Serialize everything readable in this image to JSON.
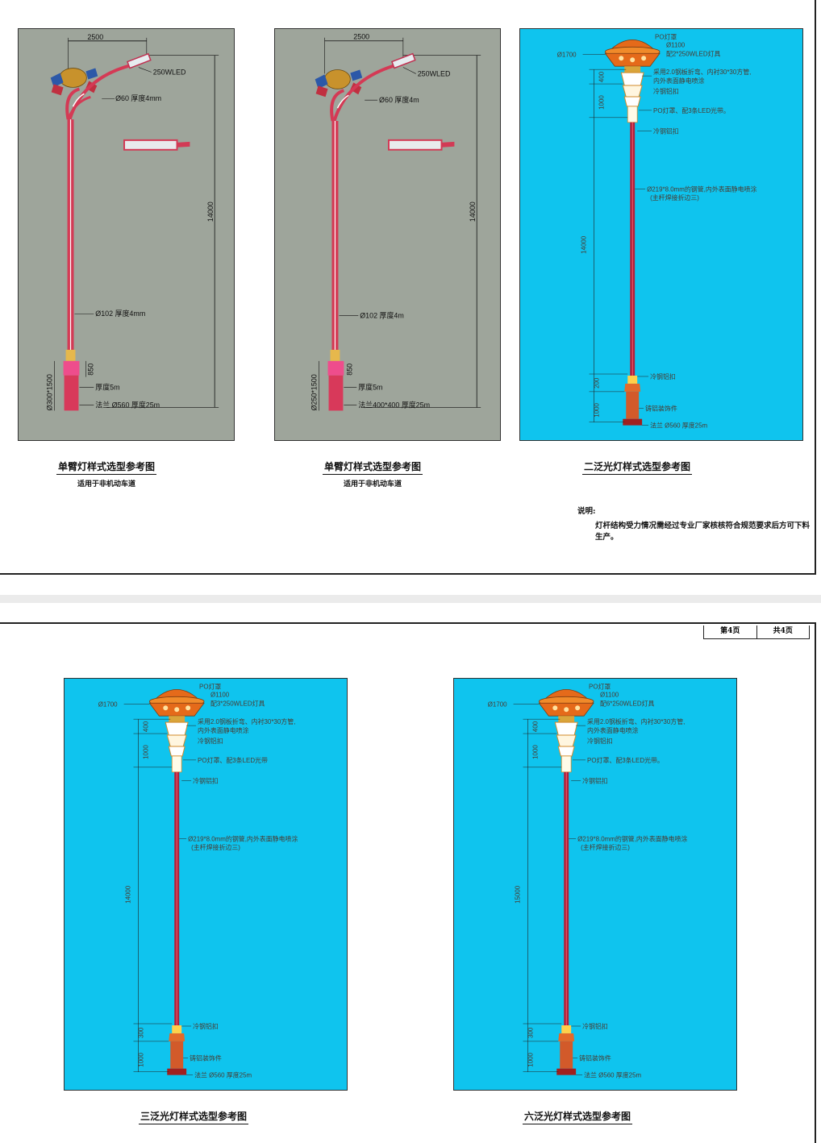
{
  "sheet1": {
    "panel1": {
      "arm_width": "2500",
      "lamp": "250WLED",
      "arm_pipe": "Ø60 厚度4mm",
      "total_height": "14000",
      "pole_pipe": "Ø102 厚度4mm",
      "base_section": "850",
      "base_height": "Ø300*1500",
      "base_thickness": "厚度5m",
      "flange": "法兰 Ø560 厚度25m",
      "caption_title": "单臂灯样式选型参考图",
      "caption_sub": "适用于非机动车道"
    },
    "panel2": {
      "arm_width": "2500",
      "lamp": "250WLED",
      "arm_pipe": "Ø60 厚度4m",
      "total_height": "14000",
      "pole_pipe": "Ø102 厚度4m",
      "base_section": "850",
      "base_height": "Ø250*1500",
      "base_thickness": "厚度5m",
      "flange": "法兰400*400 厚度25m",
      "caption_title": "单臂灯样式选型参考图",
      "caption_sub": "适用于非机动车道"
    },
    "panel3": {
      "cap": "PO灯罩",
      "d_inner": "Ø1100",
      "d_outer": "Ø1700",
      "lamps": "配2*250WLED灯具",
      "dim_a": "400",
      "dim_b": "1000",
      "deco_1": "采用2.0钢板折弯、内衬30*30方管,",
      "deco_2": "内外表面静电喷涂",
      "deco_3": "冷钢铝扣",
      "po_ring": "PO灯罩、配3条LED光带。",
      "collar": "冷钢铝扣",
      "pipe_1": "Ø219*8.0mm的钢管,内外表面静电喷涂",
      "pipe_2": "(主杆焊接折边三)",
      "pole_height": "14000",
      "dim_c": "200",
      "dim_d": "1000",
      "base_collar": "冷钢铝扣",
      "base_deco": "铸铝装饰件",
      "flange": "法兰 Ø560 厚度25m",
      "caption_title": "二泛光灯样式选型参考图"
    },
    "note_title": "说明:",
    "note_body": "灯杆结构受力情况需经过专业厂家核核符合规范要求后方可下料生产。"
  },
  "sheet2": {
    "page_num": "第4页",
    "page_total": "共4页",
    "panel4": {
      "cap": "PO灯罩",
      "d_inner": "Ø1100",
      "d_outer": "Ø1700",
      "lamps": "配3*250WLED灯具",
      "dim_a": "400",
      "dim_b": "1000",
      "deco_1": "采用2.0钢板折弯、内衬30*30方管,",
      "deco_2": "内外表面静电喷涂",
      "deco_3": "冷钢铝扣",
      "po_ring": "PO灯罩、配3条LED光带",
      "collar": "冷钢铝扣",
      "pipe_1": "Ø219*8.0mm的钢管,内外表面静电喷涂",
      "pipe_2": "(主杆焊接折边三)",
      "pole_height": "14000",
      "dim_c": "300",
      "dim_d": "1000",
      "base_collar": "冷钢铝扣",
      "base_deco": "铸铝装饰件",
      "flange": "法兰 Ø560 厚度25m",
      "caption_title": "三泛光灯样式选型参考图"
    },
    "panel5": {
      "cap": "PO灯罩",
      "d_inner": "Ø1100",
      "d_outer": "Ø1700",
      "lamps": "配6*250WLED灯具",
      "dim_a": "400",
      "dim_b": "1000",
      "deco_1": "采用2.0钢板折弯、内衬30*30方管,",
      "deco_2": "内外表面静电喷涂",
      "deco_3": "冷钢铝扣",
      "po_ring": "PO灯罩、配3条LED光带。",
      "collar": "冷钢铝扣",
      "pipe_1": "Ø219*8.0mm的钢管,内外表面静电喷涂",
      "pipe_2": "(主杆焊接折边三)",
      "pole_height": "15000",
      "dim_c": "300",
      "dim_d": "1000",
      "base_collar": "冷钢铝扣",
      "base_deco": "铸铝装饰件",
      "flange": "法兰 Ø560 厚度25m",
      "caption_title": "六泛光灯样式选型参考图"
    }
  }
}
